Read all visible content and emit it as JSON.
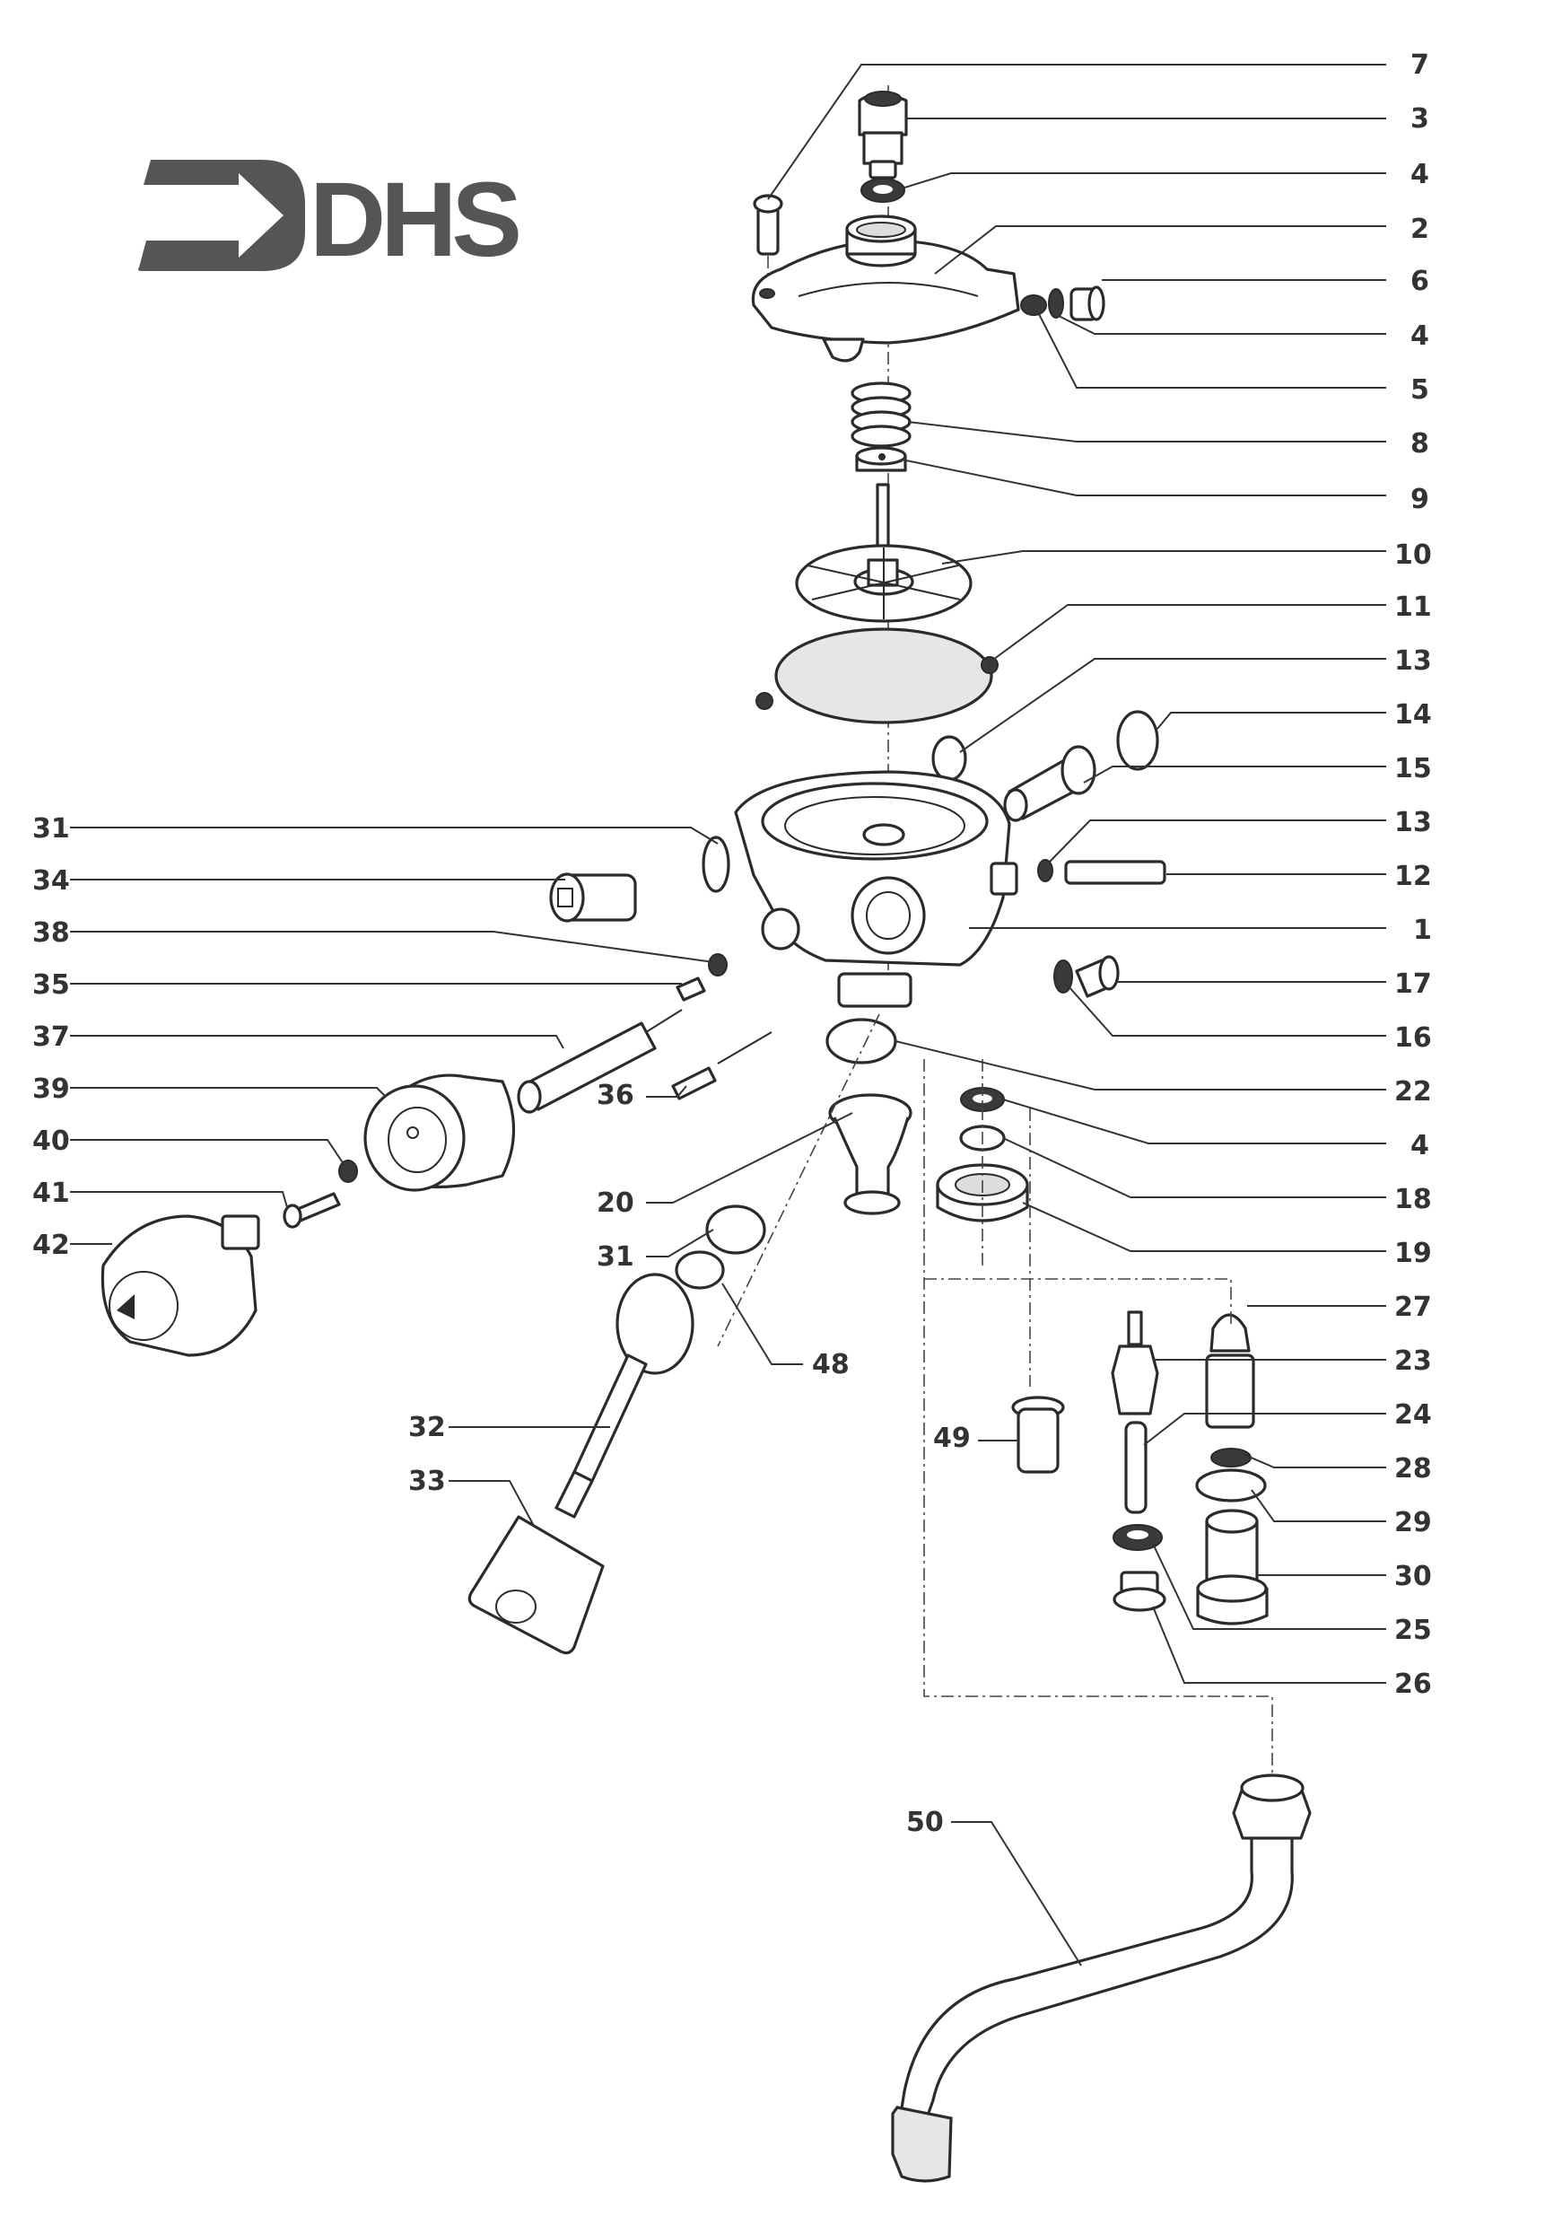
{
  "brand": {
    "logo_text": "DHS",
    "logo_icon": "arrow-in-bracket-icon",
    "color": "#555555"
  },
  "diagram": {
    "title": "Exploded parts diagram",
    "line_color": "#2b2b2b",
    "right_callouts": [
      "7",
      "3",
      "4",
      "2",
      "6",
      "4",
      "5",
      "8",
      "9",
      "10",
      "11",
      "13",
      "14",
      "15",
      "13",
      "12",
      "1",
      "17",
      "16",
      "22",
      "4",
      "18",
      "19",
      "27",
      "23",
      "24",
      "28",
      "29",
      "30",
      "25",
      "26"
    ],
    "left_callouts": [
      "31",
      "34",
      "38",
      "35",
      "37",
      "39",
      "40",
      "41",
      "42"
    ],
    "inner_callouts": [
      "36",
      "20",
      "31",
      "48",
      "32",
      "33",
      "49",
      "50"
    ]
  }
}
